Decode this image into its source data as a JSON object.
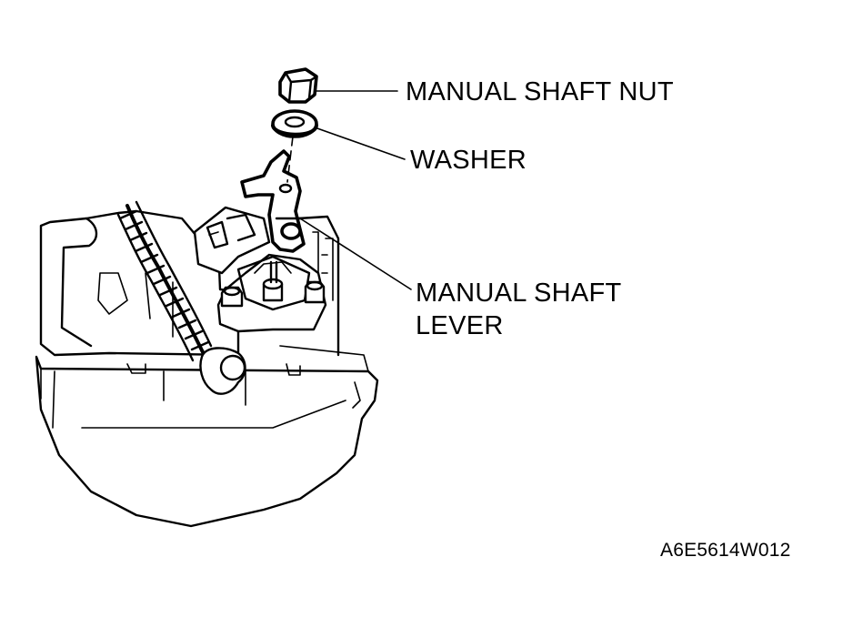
{
  "labels": {
    "nut": "MANUAL SHAFT NUT",
    "washer": "WASHER",
    "lever_line1": "MANUAL SHAFT",
    "lever_line2": "LEVER"
  },
  "figure_id": "A6E5614W012",
  "colors": {
    "line": "#000000",
    "background": "#ffffff"
  }
}
